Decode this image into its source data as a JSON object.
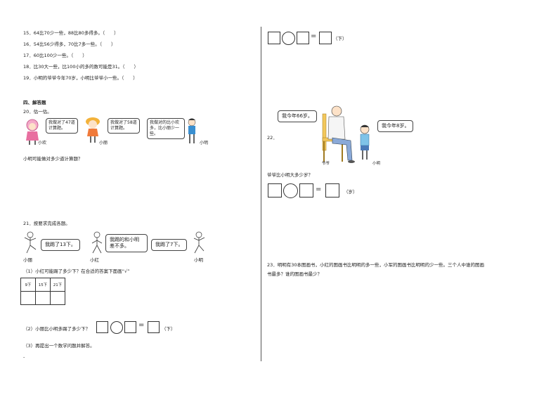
{
  "left": {
    "q15": "15．64比70少一些，88比80多得多。（　　）",
    "q16": "16．54比56少得多，70比7多一些。（　　）",
    "q17": "17．60比100少一些。（　　）",
    "q18": "18．比30大一些，比100小的多的数可能是31。（　　）",
    "q19": "19．小明的爷爷今年70岁，小明比爷爷小一些。（　　）",
    "section4": "四、解答题",
    "q20": "20．估一估。",
    "q20_bubble1": "我做对了47道计算题。",
    "q20_bubble2": "我做对了58道计算题。",
    "q20_bubble3": "我做对的比小欢多，比小丽少一些。",
    "q20_name1": "小欢",
    "q20_name2": "小丽",
    "q20_name3": "小明",
    "q20_ask": "小明可能做对多少道计算题？",
    "q21": "21．按要求完成各题。",
    "q21_bubble1": "我踢了13下。",
    "q21_bubble2": "我踢的和小明差不多。",
    "q21_bubble3": "我踢了7下。",
    "q21_name1": "小丽",
    "q21_name2": "小红",
    "q21_name3": "小明",
    "q21_p1": "（1）小红可能踢了多少下？在合适的答案下面画“√”",
    "q21_options": [
      "9下",
      "15下",
      "21下"
    ],
    "q21_p2": "（2）小丽比小明多踢了多少下？",
    "q21_unit": "（下）",
    "q21_p3": "（3）再提出一个数学问题并解答。",
    "bottom_mark": "-"
  },
  "right": {
    "top_unit": "（下）",
    "q22_grandpa_bubble": "我今年66岁。",
    "q22_boy_bubble": "我今年8岁。",
    "q22_number": "22．",
    "q22_grandpa_label": "爷爷",
    "q22_boy_label": "小明",
    "q22_ask": "爷爷比小明大多少岁？",
    "q22_unit": "（岁）",
    "q23_line1": "23．明明有30本图画书，小红的图画书比明明的多一些，小军的图画书比明明的少一些。三个人中谁的图画",
    "q23_line2": "书最多？谁的图画书最少？"
  }
}
